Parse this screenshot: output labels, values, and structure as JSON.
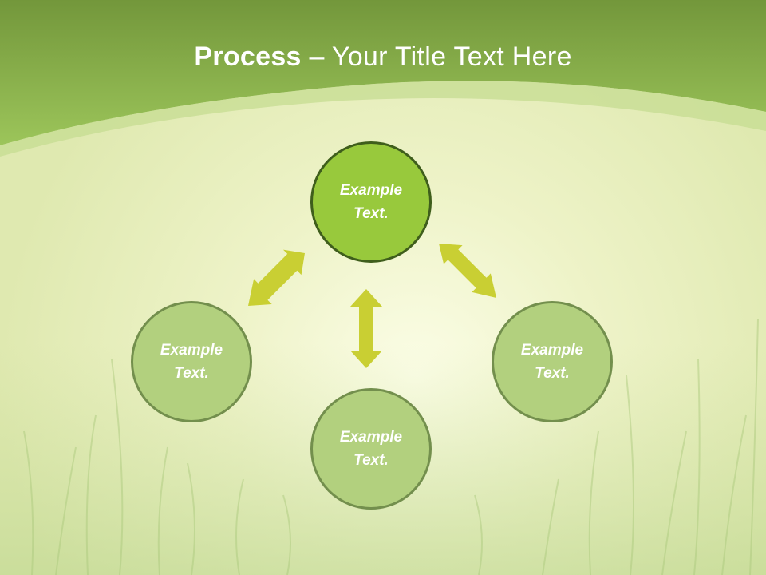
{
  "title": {
    "bold": "Process",
    "rest": " – Your Title Text Here"
  },
  "nodes": {
    "top": {
      "line1": "Example",
      "line2": "Text."
    },
    "left": {
      "line1": "Example",
      "line2": "Text."
    },
    "right": {
      "line1": "Example",
      "line2": "Text."
    },
    "bottom": {
      "line1": "Example",
      "line2": "Text."
    }
  },
  "colors": {
    "header_green": "#8fbf4e",
    "center_fill": "#98c93c",
    "outer_fill": "#b2d07e",
    "arrow": "#c9cf33"
  }
}
